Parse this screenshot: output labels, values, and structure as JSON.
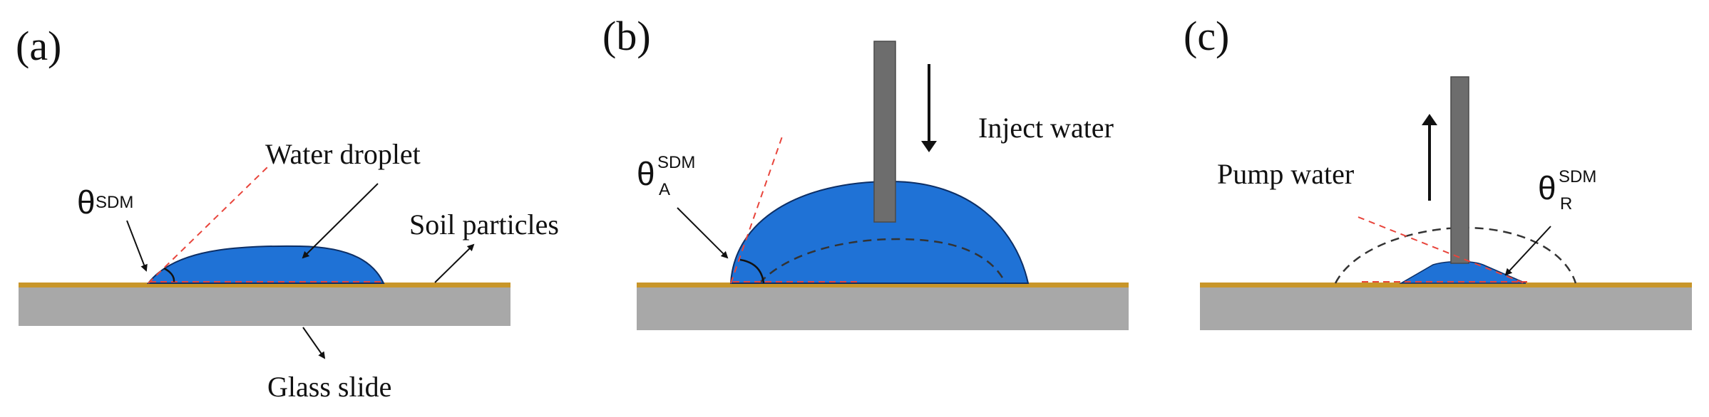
{
  "panels": {
    "a": {
      "label": "(a)",
      "angle_symbol": "θ",
      "angle_sub": "SDM",
      "droplet_label": "Water droplet",
      "soil_label": "Soil particles",
      "glass_label": "Glass slide"
    },
    "b": {
      "label": "(b)",
      "angle_symbol": "θ",
      "angle_sup": "SDM",
      "angle_sub": "A",
      "action_label": "Inject water"
    },
    "c": {
      "label": "(c)",
      "angle_symbol": "θ",
      "angle_sup": "SDM",
      "angle_sub": "R",
      "action_label": "Pump water"
    }
  },
  "colors": {
    "water": "#1f72d6",
    "water_edge": "#0d2f66",
    "soil": "#c8962a",
    "glass": "#a8a8a8",
    "needle": "#6d6d6d",
    "tangent": "#e8453c",
    "dashed_outline": "#333333"
  }
}
